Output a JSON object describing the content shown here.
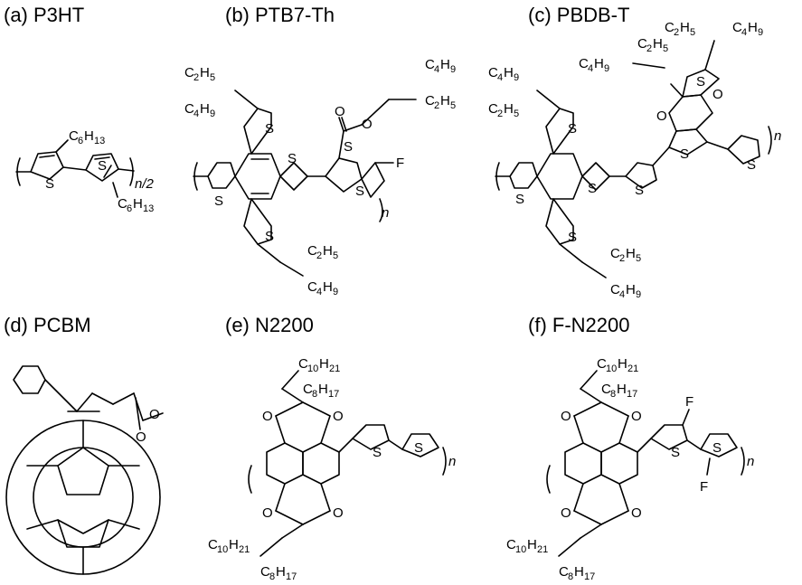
{
  "panels": [
    {
      "label": "(a) P3HT"
    },
    {
      "label": "(b) PTB7-Th"
    },
    {
      "label": "(c) PBDB-T"
    },
    {
      "label": "(d) PCBM"
    },
    {
      "label": "(e) N2200"
    },
    {
      "label": "(f) F-N2200"
    }
  ],
  "atoms": {
    "sulfur": "S",
    "oxygen": "O",
    "fluorine": "F",
    "C": "C",
    "H": "H"
  },
  "substituents": {
    "hexyl_c": "6",
    "hexyl_h": "13",
    "ethyl_c": "2",
    "ethyl_h": "5",
    "butyl_c": "4",
    "butyl_h": "9",
    "decyl_c": "10",
    "decyl_h": "21",
    "octyl_c": "8",
    "octyl_h": "17"
  },
  "repeat_units": {
    "n": "n",
    "n_half": "n/2"
  }
}
